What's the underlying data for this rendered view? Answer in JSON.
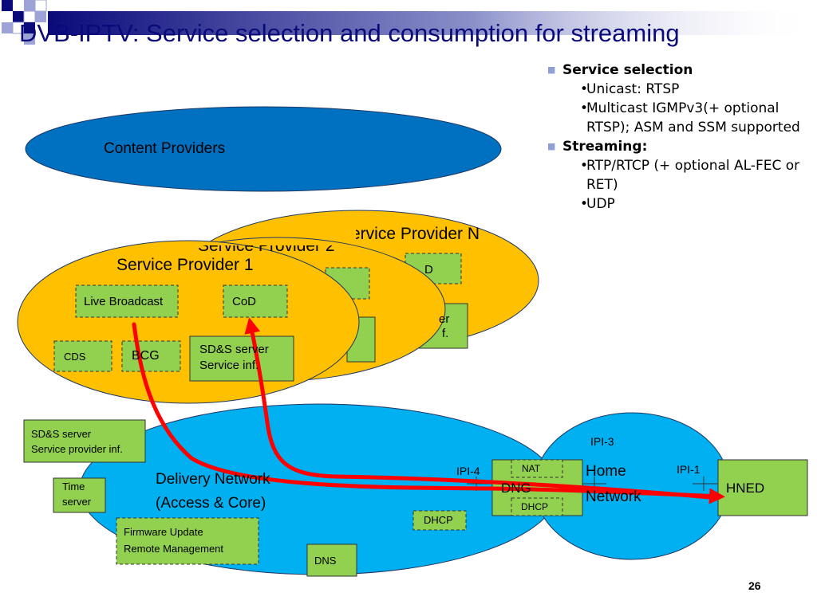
{
  "title": "DVB-IPTV: Service selection and consumption for streaming",
  "bullets": [
    {
      "label": "Service selection",
      "subs": [
        "Unicast: RTSP",
        "Multicast IGMPv3(+ optional RTSP); ASM and SSM supported"
      ]
    },
    {
      "label": "Streaming:",
      "subs": [
        "RTP/RTCP (+ optional AL-FEC or RET)",
        "UDP"
      ]
    }
  ],
  "content_providers": "Content Providers",
  "sp_n": {
    "title": "Service Provider N",
    "boxes": [
      "D",
      "er",
      "f."
    ]
  },
  "sp_2": {
    "title": "Service Provider 2"
  },
  "sp_1": {
    "title": "Service Provider 1",
    "live": "Live Broadcast",
    "cod": "CoD",
    "cds": "CDS",
    "bcg": "BCG",
    "sds_line1": "SD&S server",
    "sds_line2": "Service inf."
  },
  "delivery": {
    "line1": "Delivery Network",
    "line2": "(Access & Core)"
  },
  "home": {
    "line1": "Home",
    "line2": "Network"
  },
  "dng": "DNG",
  "hned": "HNED",
  "nat": "NAT",
  "dhcp_dng": "DHCP",
  "dhcp": "DHCP",
  "dns": "DNS",
  "sds_provider": {
    "line1": "SD&S server",
    "line2": "Service provider inf."
  },
  "time_server": {
    "line1": "Time",
    "line2": "server"
  },
  "firmware": {
    "line1": "Firmware Update",
    "line2": "Remote Management"
  },
  "ipi": {
    "ipi1": "IPI-1",
    "ipi3": "IPI-3",
    "ipi4": "IPI-4"
  },
  "page_number": "26",
  "colors": {
    "provider_fill": "#ffc000",
    "network_fill": "#00b0f0",
    "content_fill": "#0070c0",
    "box_fill": "#92d050",
    "arrow": "#ff0000",
    "title_bar": "#0a0a7a"
  }
}
